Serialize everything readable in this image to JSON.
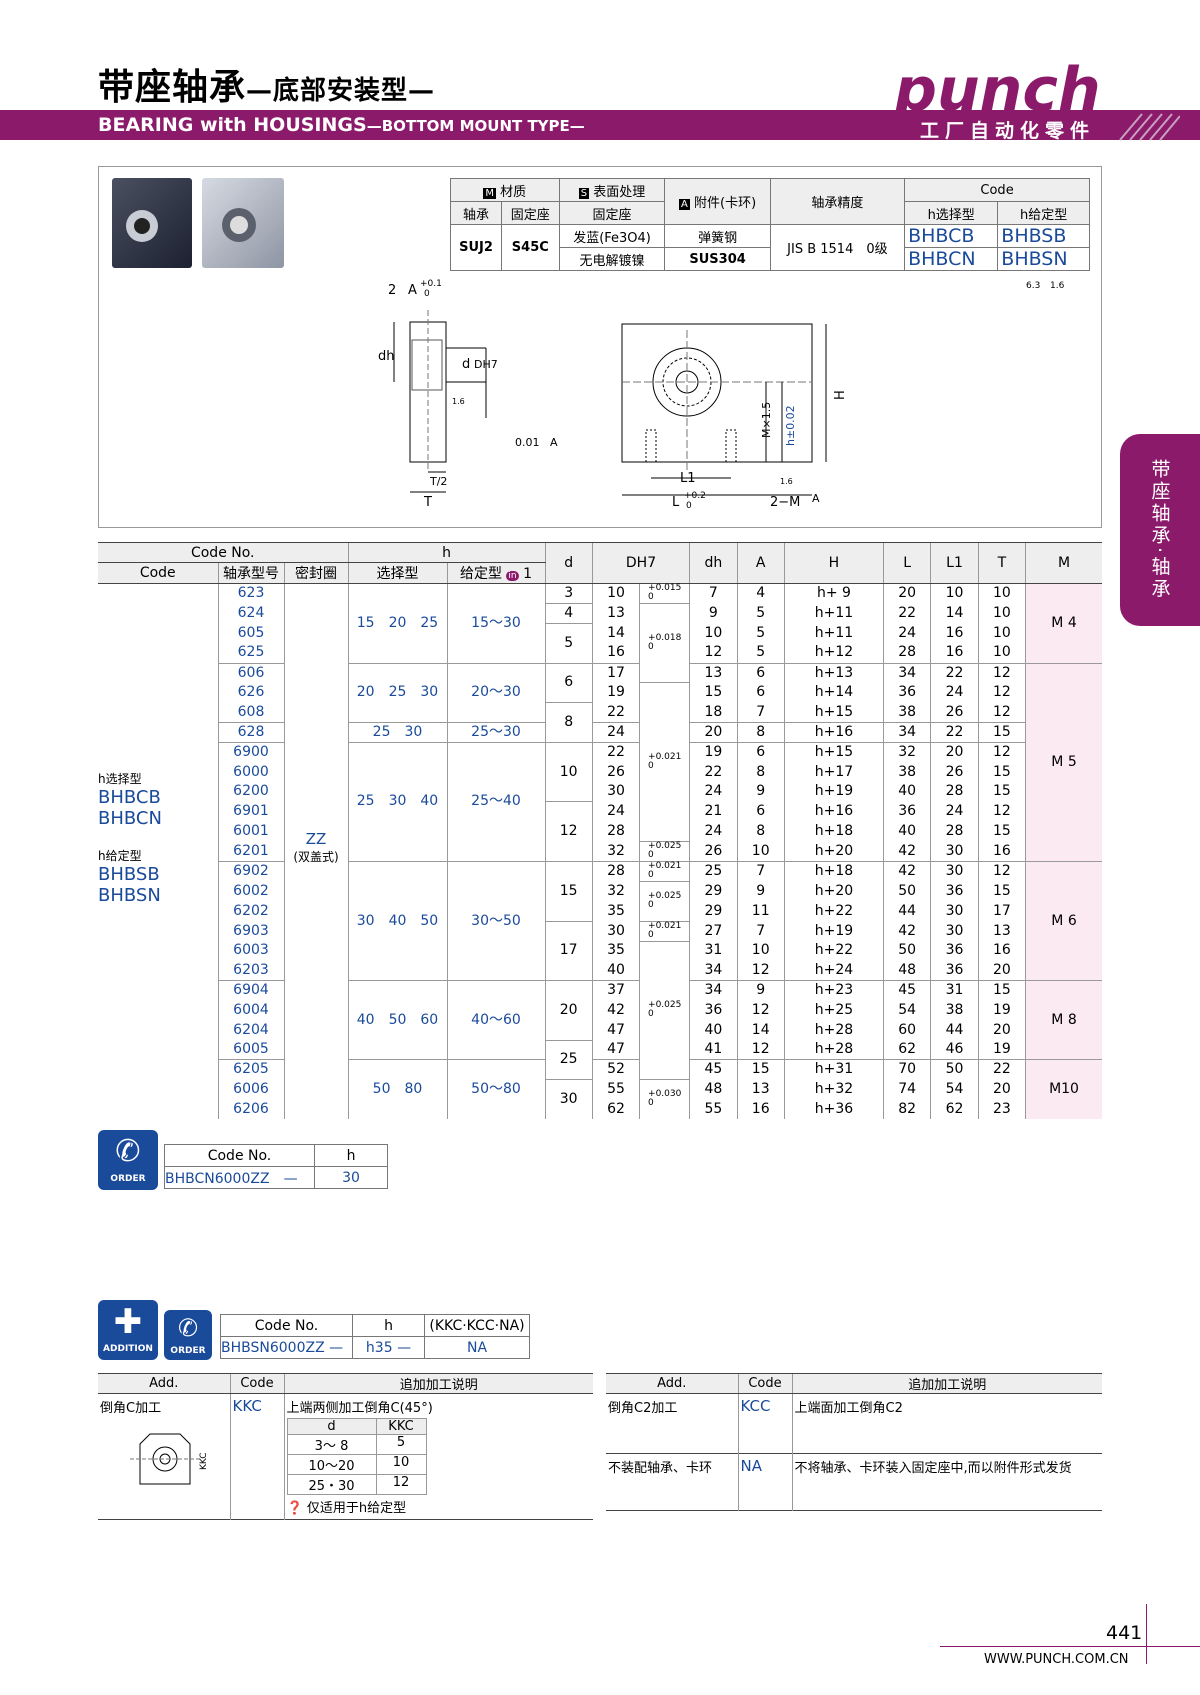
{
  "header": {
    "title_cn": "带座轴承",
    "title_cn_sub": "—底部安装型—",
    "title_en": "BEARING with HOUSINGS",
    "title_en_sub": "—BOTTOM MOUNT TYPE—",
    "brand": "punch",
    "brand_sub": "工厂自动化零件"
  },
  "side_tab": "带座轴承·轴承",
  "spec": {
    "material": "材质",
    "surface": "表面处理",
    "accessory": "附件(卡环)",
    "precision": "轴承精度",
    "code": "Code",
    "bearing": "轴承",
    "housing": "固定座",
    "housing2": "固定座",
    "h_select": "h选择型",
    "h_fixed": "h给定型",
    "mat_bearing": "SUJ2",
    "mat_housing": "S45C",
    "surf1": "发蓝(Fe3O4)",
    "surf2": "无电解镀镍",
    "acc1": "弹簧钢",
    "acc2": "SUS304",
    "precision_val": "JIS B 1514　0级",
    "codes": [
      "BHBCB",
      "BHBSB",
      "BHBCN",
      "BHBSN"
    ],
    "icon_m": "M",
    "icon_s": "S",
    "icon_a": "A"
  },
  "drawing": {
    "labels": [
      "2",
      "A",
      "+0.1",
      "0",
      "dh",
      "d",
      "DH7",
      "1.6",
      "0.01",
      "A",
      "T/2",
      "T",
      "L1",
      "L",
      "+0.2",
      "0",
      "2−M",
      "A",
      "M×1.5",
      "h±0.02",
      "H",
      "1.6",
      "6.3",
      "1.6"
    ]
  },
  "table": {
    "head": {
      "code_no": "Code No.",
      "code": "Code",
      "bearing_type": "轴承型号",
      "seal": "密封圈",
      "h": "h",
      "select": "选择型",
      "fixed": "给定型",
      "fixed_note": "1",
      "d": "d",
      "dh7": "DH7",
      "dh": "dh",
      "A": "A",
      "H": "H",
      "L": "L",
      "L1": "L1",
      "T": "T",
      "M": "M"
    },
    "left_labels": {
      "sel": "h选择型",
      "sel_codes": [
        "BHBCB",
        "BHBCN"
      ],
      "fix": "h给定型",
      "fix_codes": [
        "BHBSB",
        "BHBSN"
      ],
      "seal_val": "ZZ",
      "seal_sub": "(双盖式)"
    },
    "rows": [
      [
        "623",
        "3",
        "10",
        "7",
        "4",
        "h+ 9",
        "20",
        "10",
        "10"
      ],
      [
        "624",
        "4",
        "13",
        "9",
        "5",
        "h+11",
        "22",
        "14",
        "10"
      ],
      [
        "605",
        "5",
        "14",
        "10",
        "5",
        "h+11",
        "24",
        "16",
        "10"
      ],
      [
        "625",
        "",
        "16",
        "12",
        "5",
        "h+12",
        "28",
        "16",
        "10"
      ],
      [
        "606",
        "6",
        "17",
        "13",
        "6",
        "h+13",
        "34",
        "22",
        "12"
      ],
      [
        "626",
        "",
        "19",
        "15",
        "6",
        "h+14",
        "36",
        "24",
        "12"
      ],
      [
        "608",
        "8",
        "22",
        "18",
        "7",
        "h+15",
        "38",
        "26",
        "12"
      ],
      [
        "628",
        "",
        "24",
        "20",
        "8",
        "h+16",
        "34",
        "22",
        "15"
      ],
      [
        "6900",
        "10",
        "22",
        "19",
        "6",
        "h+15",
        "32",
        "20",
        "12"
      ],
      [
        "6000",
        "",
        "26",
        "22",
        "8",
        "h+17",
        "38",
        "26",
        "15"
      ],
      [
        "6200",
        "",
        "30",
        "24",
        "9",
        "h+19",
        "40",
        "28",
        "15"
      ],
      [
        "6901",
        "12",
        "24",
        "21",
        "6",
        "h+16",
        "36",
        "24",
        "12"
      ],
      [
        "6001",
        "",
        "28",
        "24",
        "8",
        "h+18",
        "40",
        "28",
        "15"
      ],
      [
        "6201",
        "",
        "32",
        "26",
        "10",
        "h+20",
        "42",
        "30",
        "16"
      ],
      [
        "6902",
        "15",
        "28",
        "25",
        "7",
        "h+18",
        "42",
        "30",
        "12"
      ],
      [
        "6002",
        "",
        "32",
        "29",
        "9",
        "h+20",
        "50",
        "36",
        "15"
      ],
      [
        "6202",
        "",
        "35",
        "29",
        "11",
        "h+22",
        "44",
        "30",
        "17"
      ],
      [
        "6903",
        "17",
        "30",
        "27",
        "7",
        "h+19",
        "42",
        "30",
        "13"
      ],
      [
        "6003",
        "",
        "35",
        "31",
        "10",
        "h+22",
        "50",
        "36",
        "16"
      ],
      [
        "6203",
        "",
        "40",
        "34",
        "12",
        "h+24",
        "48",
        "36",
        "20"
      ],
      [
        "6904",
        "20",
        "37",
        "34",
        "9",
        "h+23",
        "45",
        "31",
        "15"
      ],
      [
        "6004",
        "",
        "42",
        "36",
        "12",
        "h+25",
        "54",
        "38",
        "19"
      ],
      [
        "6204",
        "",
        "47",
        "40",
        "14",
        "h+28",
        "60",
        "44",
        "20"
      ],
      [
        "6005",
        "25",
        "47",
        "41",
        "12",
        "h+28",
        "62",
        "46",
        "19"
      ],
      [
        "6205",
        "",
        "52",
        "45",
        "15",
        "h+31",
        "70",
        "50",
        "22"
      ],
      [
        "6006",
        "30",
        "55",
        "48",
        "13",
        "h+32",
        "74",
        "54",
        "20"
      ],
      [
        "6206",
        "",
        "62",
        "55",
        "16",
        "h+36",
        "82",
        "62",
        "23"
      ]
    ],
    "h_groups": [
      [
        "15　20　25",
        "15～30"
      ],
      [
        "20　25　30",
        "20～30"
      ],
      [
        "25　30",
        "25～30"
      ],
      [
        "25　30　40",
        "25～40"
      ],
      [
        "30　40　50",
        "30～50"
      ],
      [
        "40　50　60",
        "40～60"
      ],
      [
        "50　80",
        "50～80"
      ]
    ],
    "tols": [
      [
        "+0.015",
        "0"
      ],
      [
        "+0.018",
        "0"
      ],
      [
        "+0.021",
        "0"
      ],
      [
        "+0.025",
        "0"
      ],
      [
        "+0.021",
        "0"
      ],
      [
        "+0.025",
        "0"
      ],
      [
        "+0.021",
        "0"
      ],
      [
        "+0.025",
        "0"
      ],
      [
        "+0.030",
        "0"
      ]
    ],
    "M": [
      "M 4",
      "M 5",
      "M 6",
      "M 8",
      "M10"
    ]
  },
  "order": {
    "icon": "ORDER",
    "code_no": "Code No.",
    "h": "h",
    "code": "BHBCN6000ZZ",
    "dash": "—",
    "h_val": "30"
  },
  "addition": {
    "icon": "ADDITION",
    "icon2": "ORDER",
    "code_no": "Code No.",
    "h": "h",
    "opt": "(KKC·KCC·NA)",
    "code": "BHBSN6000ZZ",
    "dash": "—",
    "h_val": "h35",
    "dash2": "—",
    "opt_val": "NA"
  },
  "add_table": {
    "add": "Add.",
    "code": "Code",
    "desc": "追加加工说明",
    "r1": {
      "name": "倒角C加工",
      "code": "KKC",
      "desc": "上端两侧加工倒角C(45°)",
      "sub_d": "d",
      "sub_kkc": "KKC",
      "sub_rows": [
        [
          "3～ 8",
          "5"
        ],
        [
          "10～20",
          "10"
        ],
        [
          "25・30",
          "12"
        ]
      ],
      "note": "仅适用于h给定型",
      "dim": "KKC"
    },
    "r2": {
      "name": "倒角C2加工",
      "code": "KCC",
      "desc": "上端面加工倒角C2"
    },
    "r3": {
      "name": "不装配轴承、卡环",
      "code": "NA",
      "desc": "不将轴承、卡环装入固定座中,而以附件形式发货"
    }
  },
  "footer": {
    "page": "441",
    "url": "WWW.PUNCH.COM.CN"
  }
}
